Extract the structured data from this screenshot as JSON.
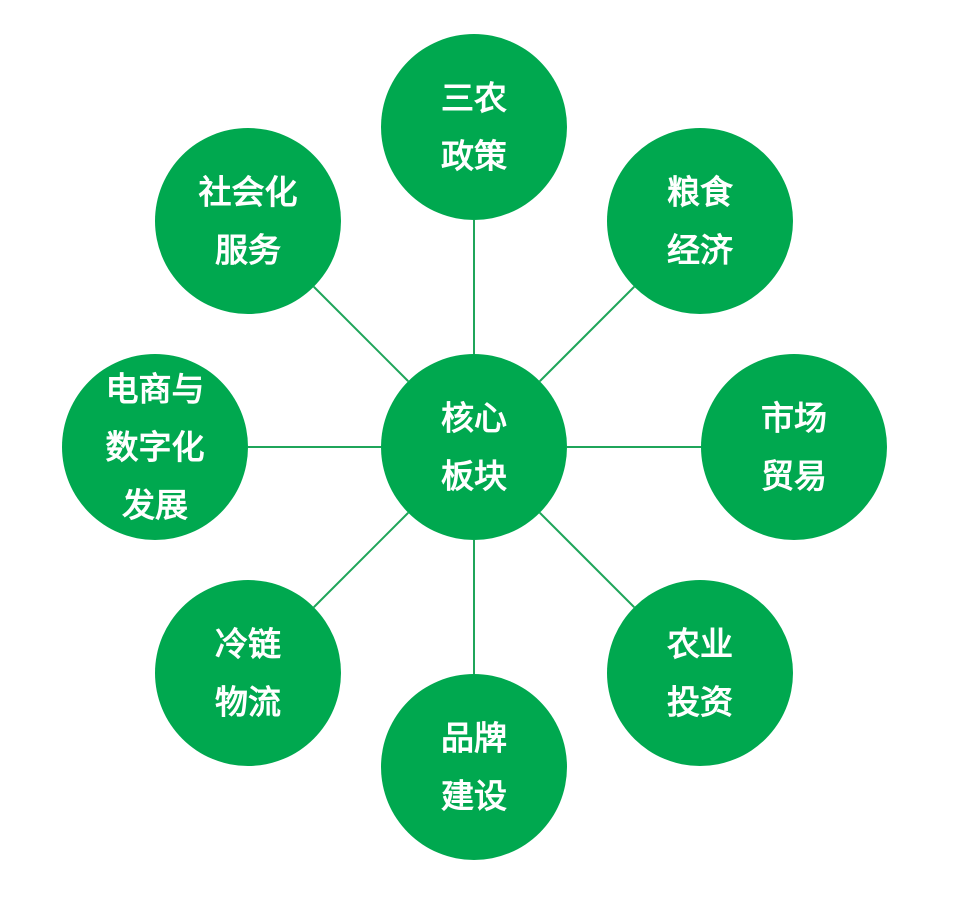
{
  "colors": {
    "node_fill": "#00A84F",
    "connector": "#1FA55A",
    "text": "#FFFFFF",
    "background": "#FFFFFF"
  },
  "center": {
    "lines": [
      "核心",
      "板块"
    ]
  },
  "nodes": [
    {
      "id": "policy",
      "lines": [
        "三农",
        "政策"
      ]
    },
    {
      "id": "grain",
      "lines": [
        "粮食",
        "经济"
      ]
    },
    {
      "id": "market",
      "lines": [
        "市场",
        "贸易"
      ]
    },
    {
      "id": "investment",
      "lines": [
        "农业",
        "投资"
      ]
    },
    {
      "id": "brand",
      "lines": [
        "品牌",
        "建设"
      ]
    },
    {
      "id": "coldchain",
      "lines": [
        "冷链",
        "物流"
      ]
    },
    {
      "id": "ecommerce",
      "lines": [
        "电商与",
        "数字化",
        "发展"
      ]
    },
    {
      "id": "services",
      "lines": [
        "社会化",
        "服务"
      ]
    }
  ]
}
